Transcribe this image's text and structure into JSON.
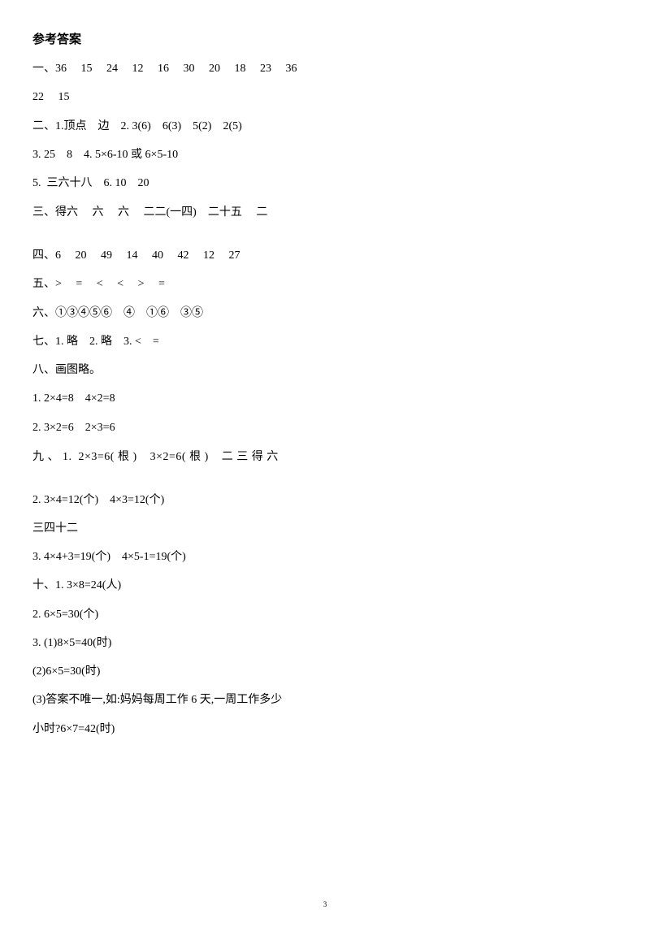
{
  "document": {
    "title": "参考答案",
    "lines": [
      "一、36     15     24     12     16     30     20     18     23     36",
      "22     15",
      "二、1.顶点    边    2. 3(6)    6(3)    5(2)    2(5)",
      "3. 25    8    4. 5×6-10 或 6×5-10",
      "5.  三六十八    6. 10    20",
      "三、得六     六     六     二二(一四)    二十五     二",
      "四、6     20     49     14     40     42     12     27",
      "五、>     =     <     <     >     =",
      "六、①③④⑤⑥    ④    ①⑥    ③⑤",
      "七、1. 略    2. 略    3. <    =",
      "八、画图略。",
      "1. 2×4=8    4×2=8",
      "2. 3×2=6    2×3=6",
      "九 、 1.  2×3=6( 根 )    3×2=6( 根 )    二 三 得 六",
      "2. 3×4=12(个)    4×3=12(个)",
      "三四十二",
      "3. 4×4+3=19(个)    4×5-1=19(个)",
      "十、1. 3×8=24(人)",
      "2. 6×5=30(个)",
      "3. (1)8×5=40(时)",
      "(2)6×5=30(时)",
      "(3)答案不唯一,如:妈妈每周工作 6 天,一周工作多少",
      "小时?6×7=42(时)"
    ],
    "page_number": "3"
  }
}
